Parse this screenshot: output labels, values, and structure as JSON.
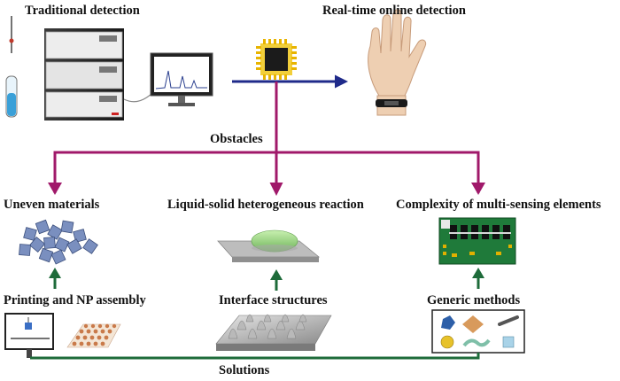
{
  "labels": {
    "traditional": "Traditional detection",
    "realtime": "Real-time online detection",
    "obstacles": "Obstacles",
    "uneven": "Uneven materials",
    "liquid_solid": "Liquid-solid heterogeneous reaction",
    "complexity": "Complexity of multi-sensing elements",
    "printing": "Printing and NP assembly",
    "interface": "Interface structures",
    "generic": "Generic methods",
    "solutions": "Solutions"
  },
  "colors": {
    "obstacle_arrow": "#a0196a",
    "solution_arrow": "#1e6b3a",
    "progress_arrow": "#1f2a8a",
    "chip_gold": "#e8b400",
    "pcb_green": "#1f7a3a"
  },
  "icons": {
    "sample_tube": "test-tube-icon",
    "instrument": "chromatography-instrument-icon",
    "monitor": "spectrum-monitor-icon",
    "sensor_chip": "sensor-chip-icon",
    "hand": "wearable-hand-icon",
    "cubes": "nanocube-cluster-icon",
    "droplet": "droplet-on-substrate-icon",
    "pcb": "circuit-board-icon",
    "printer": "printer-setup-icon",
    "np_array": "nanoparticle-array-icon",
    "pillars": "pillar-array-icon",
    "nano_shapes": "nanomaterial-shapes-icon"
  }
}
